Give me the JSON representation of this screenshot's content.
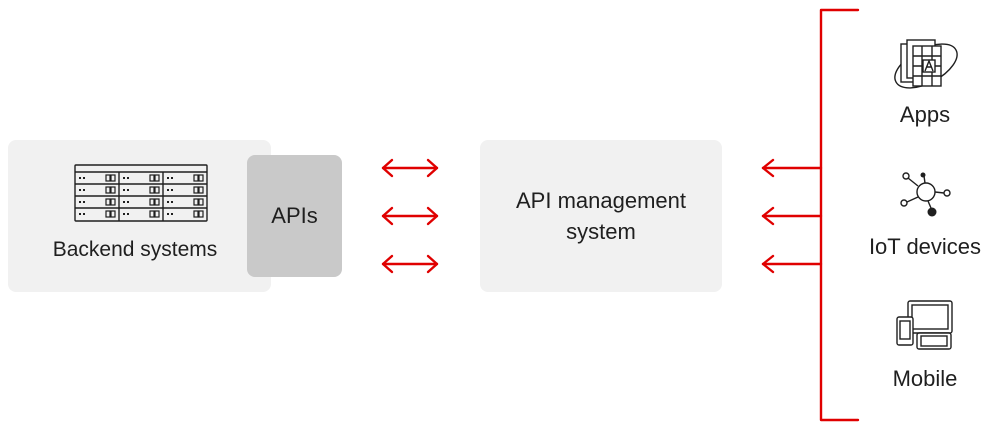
{
  "backend": {
    "label": "Backend systems",
    "icon": "server-rack-icon"
  },
  "apis": {
    "label": "APIs"
  },
  "api_management": {
    "label": "API management system"
  },
  "clients": [
    {
      "label": "Apps",
      "icon": "apps-globe-icon"
    },
    {
      "label": "IoT devices",
      "icon": "iot-network-icon"
    },
    {
      "label": "Mobile",
      "icon": "mobile-tablet-icon"
    }
  ],
  "colors": {
    "accent": "#e00000",
    "panel": "#f1f1f1",
    "apis_panel": "#c9c9c9",
    "text": "#1f1f1f"
  }
}
